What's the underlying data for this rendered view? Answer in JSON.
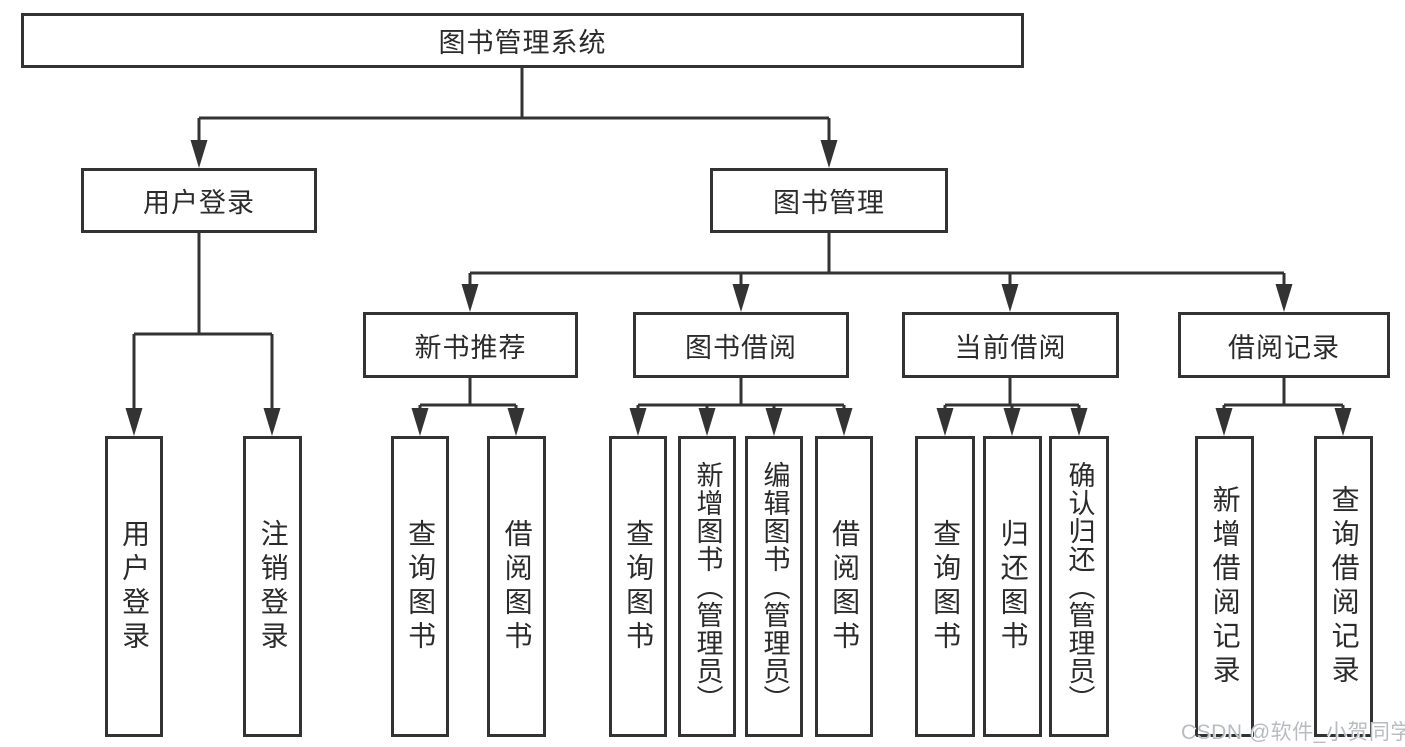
{
  "colors": {
    "line": "#333333",
    "text": "#2b2b2b",
    "watermark": "#b8bcc2",
    "background": "#ffffff"
  },
  "watermark": "CSDN @软件_小贺同学",
  "tree": {
    "root": "图书管理系统",
    "user_login": {
      "label": "用户登录",
      "children": [
        "用户登录",
        "注销登录"
      ]
    },
    "book_mgmt": {
      "label": "图书管理",
      "groups": [
        {
          "label": "新书推荐",
          "children": [
            "查询图书",
            "借阅图书"
          ]
        },
        {
          "label": "图书借阅",
          "children": [
            "查询图书",
            "新增图书（管理员）",
            "编辑图书（管理员）",
            "借阅图书"
          ]
        },
        {
          "label": "当前借阅",
          "children": [
            "查询图书",
            "归还图书",
            "确认归还（管理员）"
          ]
        },
        {
          "label": "借阅记录",
          "children": [
            "新增借阅记录",
            "查询借阅记录"
          ]
        }
      ]
    }
  }
}
